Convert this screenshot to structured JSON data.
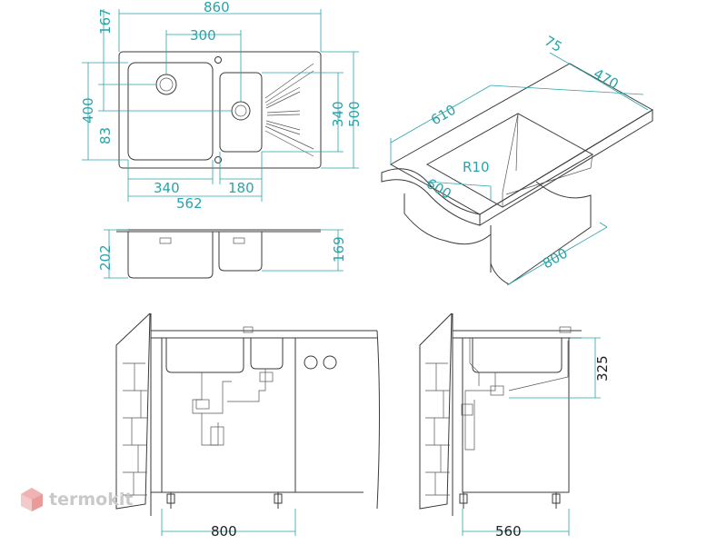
{
  "dims": {
    "overall_width": "860",
    "bowl_offset": "300",
    "top_margin": "167",
    "depth_400": "400",
    "depth_83": "83",
    "depth_340": "340",
    "depth_500": "500",
    "bowl1_width": "340",
    "bowl2_width": "180",
    "bowls_span": "562",
    "bowl1_height": "202",
    "bowl2_height": "169",
    "iso_75": "75",
    "iso_470": "470",
    "iso_610": "610",
    "iso_r10": "R10",
    "iso_600": "600",
    "iso_800": "800",
    "cab_width": "800",
    "cab_depth": "560",
    "cab_325": "325"
  },
  "watermark": {
    "text": "termokit",
    "icon": "hexagon-cube-logo",
    "color": "#c9c9c9"
  },
  "colors": {
    "dimension": "#2aa3a8",
    "outline": "#3a3a3a"
  }
}
